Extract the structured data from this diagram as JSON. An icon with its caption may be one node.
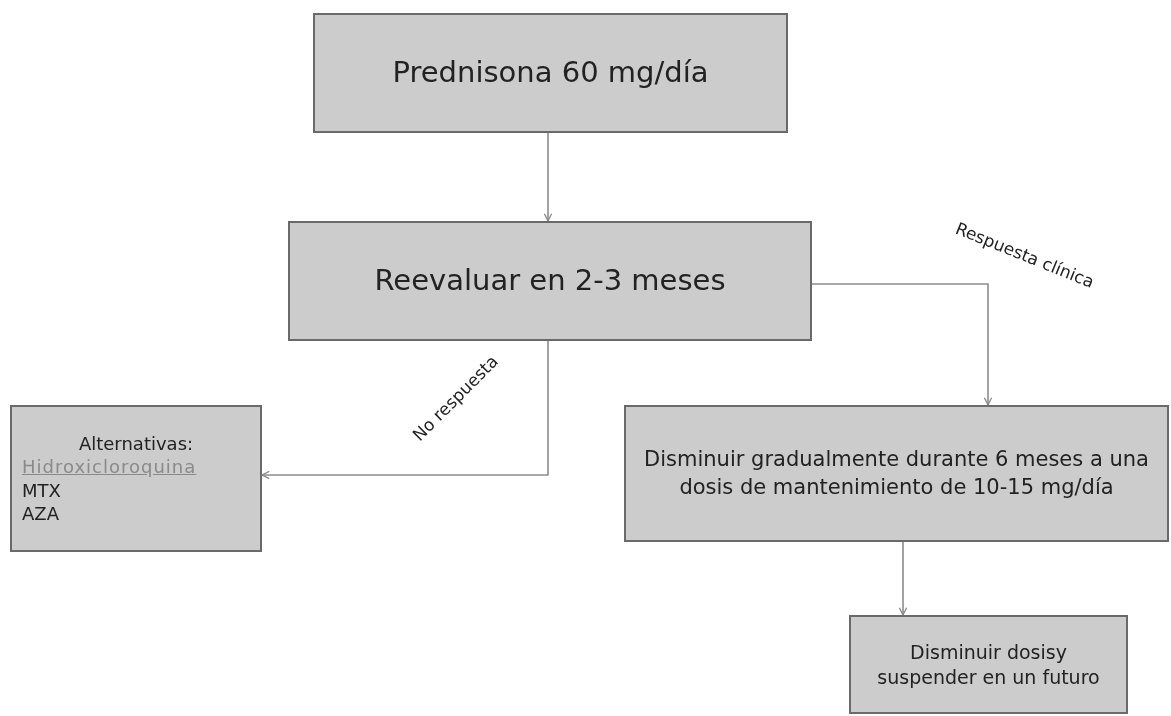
{
  "diagram": {
    "nodes": [
      {
        "text": [
          "Prednisona 60 mg/día"
        ]
      },
      {
        "text": [
          "Reevaluar en 2-3 meses"
        ]
      },
      {
        "text": [
          "Alternativas:",
          "Hidroxicloroquina",
          "MTX",
          "AZA"
        ]
      },
      {
        "text": [
          "Disminuir gradualmente durante 6 meses a una dosis de mantenimiento de 10-15 mg/día"
        ]
      },
      {
        "text": [
          "Disminuir dosisy suspender en un futuro"
        ]
      }
    ],
    "edges": [
      {
        "from": 0,
        "to": 1,
        "arrow": "to"
      },
      {
        "from": 1,
        "to": 2,
        "arrow": "to",
        "label": "No respuesta"
      },
      {
        "from": 1,
        "to": 3,
        "arrow": "to",
        "label": "Respuesta clínica"
      },
      {
        "from": 3,
        "to": 4,
        "arrow": "to"
      }
    ]
  }
}
